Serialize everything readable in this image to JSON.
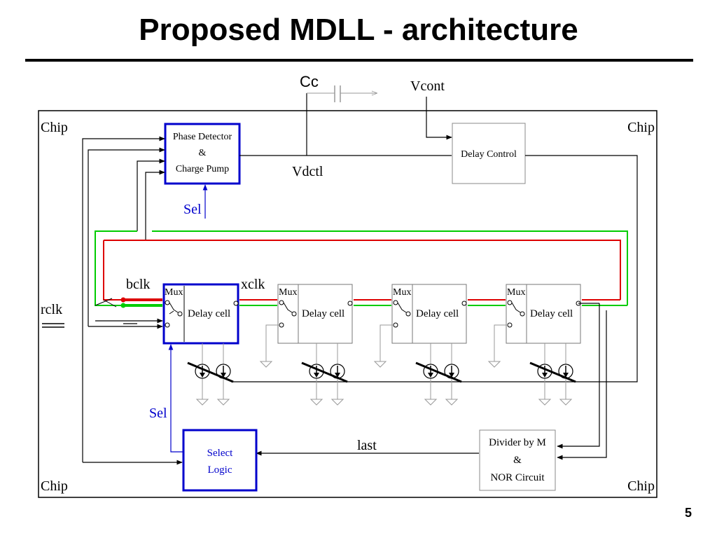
{
  "slide": {
    "title": "Proposed MDLL - architecture",
    "page_number": "5"
  },
  "labels": {
    "cc": "Cc",
    "vcont": "Vcont",
    "vdctl": "Vdctl",
    "chip_tl": "Chip",
    "chip_tr": "Chip",
    "chip_bl": "Chip",
    "chip_br": "Chip",
    "sel_top": "Sel",
    "sel_bottom": "Sel",
    "bclk": "bclk",
    "xclk": "xclk",
    "rclk": "rclk",
    "last": "last"
  },
  "blocks": {
    "phase_detector": [
      "Phase Detector",
      "&",
      "Charge Pump"
    ],
    "delay_control": "Delay Control",
    "select_logic": [
      "Select",
      "Logic"
    ],
    "divider": [
      "Divider by M",
      "&",
      "NOR Circuit"
    ]
  },
  "stages": [
    {
      "mux": "Mux",
      "cell": "Delay cell"
    },
    {
      "mux": "Mux",
      "cell": "Delay cell"
    },
    {
      "mux": "Mux",
      "cell": "Delay cell"
    },
    {
      "mux": "Mux",
      "cell": "Delay cell"
    }
  ],
  "colors": {
    "highlight_blue": "#0000cc",
    "red_path": "#dd0000",
    "green_path": "#00cc00",
    "gray_line": "#999999"
  }
}
